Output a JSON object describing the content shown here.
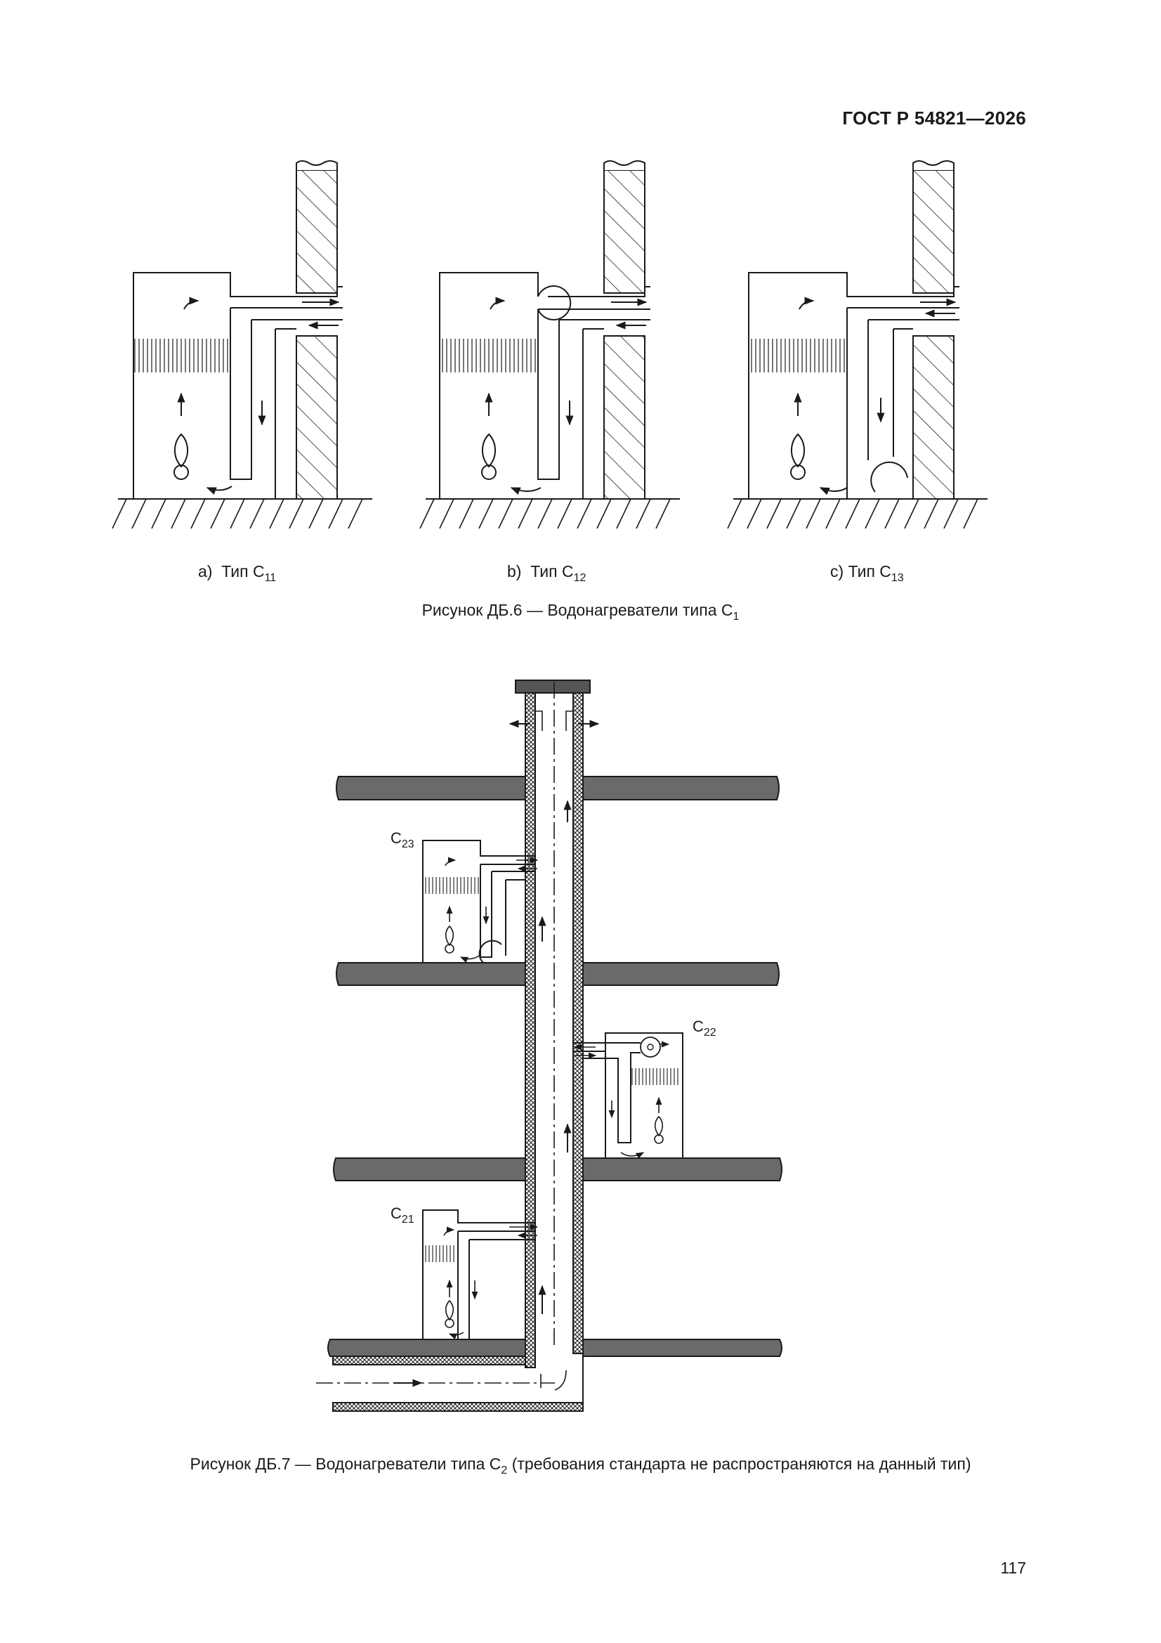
{
  "header": {
    "standard": "ГОСТ Р 54821—2026"
  },
  "figure6": {
    "subfigures": [
      {
        "letter": "a)",
        "text": "Тип С",
        "sub": "11"
      },
      {
        "letter": "b)",
        "text": "Тип С",
        "sub": "12"
      },
      {
        "letter": "c)",
        "text": "Тип С",
        "sub": "13"
      }
    ],
    "caption": {
      "text": "Рисунок ДБ.6 — Водонагреватели типа С",
      "sub": "1"
    }
  },
  "figure7": {
    "labels": [
      {
        "text": "C",
        "sub": "23"
      },
      {
        "text": "C",
        "sub": "22"
      },
      {
        "text": "C",
        "sub": "21"
      }
    ],
    "caption": {
      "text": "Рисунок ДБ.7 — Водонагреватели типа С",
      "sub": "2",
      "tail": " (требования стандарта не распространяются на данный тип)"
    }
  },
  "page": {
    "number": "117"
  }
}
